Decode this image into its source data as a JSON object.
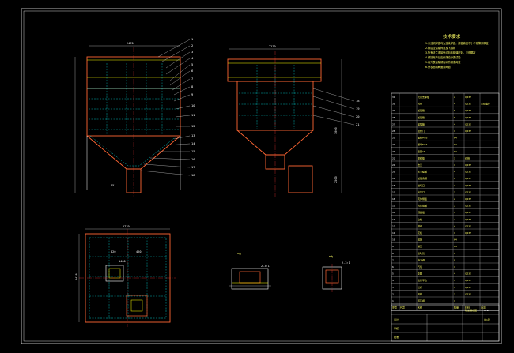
{
  "notes": {
    "title": "技术要求",
    "lines": [
      "1.未注明焊缝均为连续焊缝，焊缝高度不小于较薄件厚度",
      "2.焊后应清除焊渣及飞溅物",
      "3.所有法兰连接处均加石棉绳密封，不得漏灰",
      "4.焊接完毕后应作煤油渗漏试验",
      "5.内外表面除锈后刷防锈漆两道",
      "6.外表面再刷面漆两道"
    ]
  },
  "views": {
    "front_width": "2470",
    "side_width": "2270",
    "height_main": "3000",
    "height_lower": "2500",
    "angle": "45°",
    "plan_width": "2770",
    "plan_depth": "2418",
    "plan_inner1": "820",
    "plan_inner2": "420",
    "plan_inner3": "1400",
    "detail_a": "A向",
    "detail_b": "B向",
    "detail_a_scale": "2-3:1",
    "detail_b_scale": "2-3:1"
  },
  "callouts_front": [
    "1",
    "2",
    "3",
    "4",
    "5",
    "6",
    "7",
    "8",
    "9",
    "10",
    "11",
    "12",
    "13",
    "14",
    "15",
    "16",
    "17",
    "18"
  ],
  "callouts_side": [
    "18",
    "19",
    "20",
    "21"
  ],
  "bom": {
    "rows": [
      [
        "31",
        "",
        "托架支承板",
        "2",
        "Q235",
        ""
      ],
      [
        "30",
        "",
        "托架",
        "4",
        "Q235",
        "非标准件"
      ],
      [
        "29",
        "",
        "加强筋",
        "8",
        "Q235",
        ""
      ],
      [
        "28",
        "",
        "加强筋",
        "8",
        "Q235",
        ""
      ],
      [
        "27",
        "",
        "加强筋",
        "4",
        "Q235",
        ""
      ],
      [
        "26",
        "",
        "检修门",
        "1",
        "Q235",
        ""
      ],
      [
        "25",
        "",
        "螺栓M16",
        "64",
        "",
        ""
      ],
      [
        "24",
        "",
        "螺母M16",
        "64",
        "",
        ""
      ],
      [
        "23",
        "",
        "垫圈16",
        "64",
        "",
        ""
      ],
      [
        "22",
        "",
        "密封垫",
        "1",
        "石棉",
        ""
      ],
      [
        "21",
        "",
        "法兰",
        "1",
        "Q235",
        ""
      ],
      [
        "20",
        "",
        "灰斗壁板",
        "4",
        "Q235",
        ""
      ],
      [
        "19",
        "",
        "加强角钢",
        "8",
        "Q235",
        ""
      ],
      [
        "18",
        "",
        "进气口",
        "1",
        "Q235",
        ""
      ],
      [
        "17",
        "",
        "出气口",
        "1",
        "Q235",
        ""
      ],
      [
        "16",
        "",
        "壳体侧板",
        "2",
        "Q235",
        ""
      ],
      [
        "15",
        "",
        "壳体端板",
        "2",
        "Q235",
        ""
      ],
      [
        "14",
        "",
        "顶盖板",
        "1",
        "Q235",
        ""
      ],
      [
        "13",
        "",
        "立柱",
        "4",
        "Q235",
        ""
      ],
      [
        "12",
        "",
        "横梁",
        "4",
        "Q235",
        ""
      ],
      [
        "11",
        "",
        "花板",
        "1",
        "Q235",
        ""
      ],
      [
        "10",
        "",
        "滤袋",
        "64",
        "",
        ""
      ],
      [
        "9",
        "",
        "袋笼",
        "64",
        "",
        ""
      ],
      [
        "8",
        "",
        "喷吹管",
        "8",
        "",
        ""
      ],
      [
        "7",
        "",
        "脉冲阀",
        "8",
        "",
        ""
      ],
      [
        "6",
        "",
        "气包",
        "1",
        "",
        ""
      ],
      [
        "5",
        "",
        "支腿",
        "4",
        "Q235",
        ""
      ],
      [
        "4",
        "",
        "检修平台",
        "1",
        "Q235",
        ""
      ],
      [
        "3",
        "",
        "栏杆",
        "1",
        "Q235",
        ""
      ],
      [
        "2",
        "",
        "爬梯",
        "1",
        "Q235",
        ""
      ],
      [
        "1",
        "",
        "卸灰阀",
        "1",
        "",
        ""
      ]
    ],
    "header": [
      "序号",
      "代号",
      "名称",
      "数量",
      "材料",
      "备注"
    ]
  },
  "title_block": {
    "name": "除尘器总图",
    "scale": "1:20",
    "sheet": "共1张",
    "drawn": "设计",
    "checked": "审核",
    "approved": "批准"
  }
}
